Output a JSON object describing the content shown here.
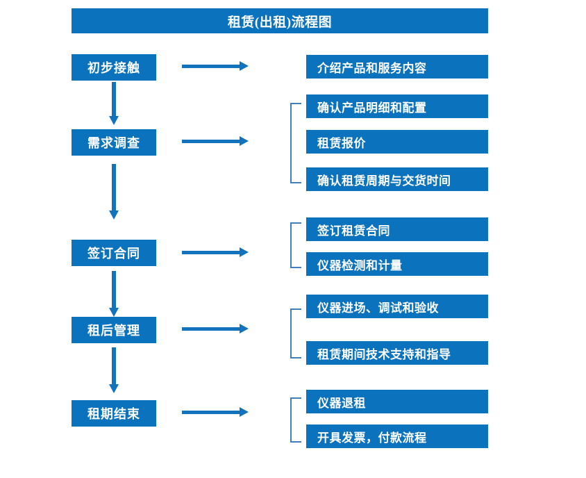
{
  "document": {
    "title": "租赁(出租)流程图",
    "accent_color": "#0b72bd",
    "arrow_color": "#1272bb",
    "bracket_color": "#3f7fc1",
    "background_color": "#ffffff",
    "text_color": "#ffffff"
  },
  "stages": [
    {
      "id": "initial-contact",
      "label": "初步接触"
    },
    {
      "id": "needs-survey",
      "label": "需求调查"
    },
    {
      "id": "sign-contract",
      "label": "签订合同"
    },
    {
      "id": "post-rent-admin",
      "label": "租后管理"
    },
    {
      "id": "lease-end",
      "label": "租期结束"
    }
  ],
  "groups": [
    {
      "stage": "initial-contact",
      "has_bracket": false,
      "details": [
        {
          "label": "介绍产品和服务内容"
        }
      ]
    },
    {
      "stage": "needs-survey",
      "has_bracket": true,
      "details": [
        {
          "label": "确认产品明细和配置"
        },
        {
          "label": "租赁报价"
        },
        {
          "label": "确认租赁周期与交货时间"
        }
      ]
    },
    {
      "stage": "sign-contract",
      "has_bracket": true,
      "details": [
        {
          "label": "签订租赁合同"
        },
        {
          "label": "仪器检测和计量"
        }
      ]
    },
    {
      "stage": "post-rent-admin",
      "has_bracket": true,
      "details": [
        {
          "label": "仪器进场、调试和验收"
        },
        {
          "label": "租赁期间技术支持和指导"
        }
      ]
    },
    {
      "stage": "lease-end",
      "has_bracket": true,
      "details": [
        {
          "label": "仪器退租"
        },
        {
          "label": "开具发票，付款流程"
        }
      ]
    }
  ],
  "chart_data": {
    "type": "diagram",
    "diagram_kind": "flowchart",
    "title": "租赁(出租)流程图",
    "orientation": "top-to-bottom with right branches",
    "nodes": [
      {
        "id": "initial-contact",
        "label": "初步接触",
        "column": "left",
        "order": 1
      },
      {
        "id": "needs-survey",
        "label": "需求调查",
        "column": "left",
        "order": 2
      },
      {
        "id": "sign-contract",
        "label": "签订合同",
        "column": "left",
        "order": 3
      },
      {
        "id": "post-rent-admin",
        "label": "租后管理",
        "column": "left",
        "order": 4
      },
      {
        "id": "lease-end",
        "label": "租期结束",
        "column": "left",
        "order": 5
      },
      {
        "id": "d1",
        "label": "介绍产品和服务内容",
        "column": "right",
        "parent": "initial-contact"
      },
      {
        "id": "d2",
        "label": "确认产品明细和配置",
        "column": "right",
        "parent": "needs-survey"
      },
      {
        "id": "d3",
        "label": "租赁报价",
        "column": "right",
        "parent": "needs-survey"
      },
      {
        "id": "d4",
        "label": "确认租赁周期与交货时间",
        "column": "right",
        "parent": "needs-survey"
      },
      {
        "id": "d5",
        "label": "签订租赁合同",
        "column": "right",
        "parent": "sign-contract"
      },
      {
        "id": "d6",
        "label": "仪器检测和计量",
        "column": "right",
        "parent": "sign-contract"
      },
      {
        "id": "d7",
        "label": "仪器进场、调试和验收",
        "column": "right",
        "parent": "post-rent-admin"
      },
      {
        "id": "d8",
        "label": "租赁期间技术支持和指导",
        "column": "right",
        "parent": "post-rent-admin"
      },
      {
        "id": "d9",
        "label": "仪器退租",
        "column": "right",
        "parent": "lease-end"
      },
      {
        "id": "d10",
        "label": "开具发票，付款流程",
        "column": "right",
        "parent": "lease-end"
      }
    ],
    "edges": [
      {
        "from": "initial-contact",
        "to": "needs-survey",
        "kind": "down-arrow"
      },
      {
        "from": "needs-survey",
        "to": "sign-contract",
        "kind": "down-arrow"
      },
      {
        "from": "sign-contract",
        "to": "post-rent-admin",
        "kind": "down-arrow"
      },
      {
        "from": "post-rent-admin",
        "to": "lease-end",
        "kind": "down-arrow"
      },
      {
        "from": "initial-contact",
        "to": "d1",
        "kind": "right-arrow"
      },
      {
        "from": "needs-survey",
        "to": "d2",
        "kind": "right-arrow"
      },
      {
        "from": "sign-contract",
        "to": "d5",
        "kind": "right-arrow"
      },
      {
        "from": "post-rent-admin",
        "to": "d7",
        "kind": "right-arrow"
      },
      {
        "from": "lease-end",
        "to": "d9",
        "kind": "right-arrow"
      }
    ]
  }
}
